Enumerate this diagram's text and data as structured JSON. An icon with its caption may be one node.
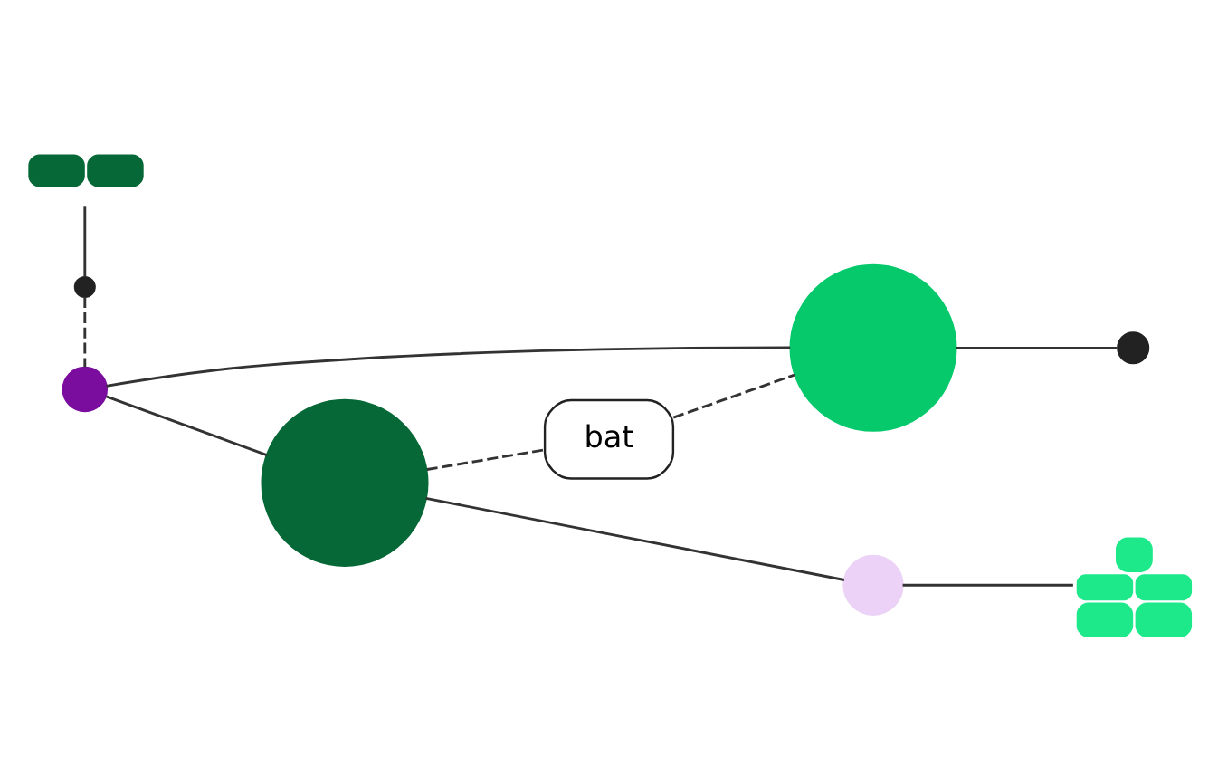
{
  "diagram": {
    "nodes": [
      {
        "text": [],
        "shape": "picture"
      },
      {
        "text": [],
        "shape": "circle"
      },
      {
        "text": [],
        "shape": "circle"
      },
      {
        "text": [],
        "shape": "circle"
      },
      {
        "text": [],
        "shape": "circle"
      },
      {
        "text": [
          "bat"
        ]
      },
      {
        "text": [],
        "shape": "circle"
      },
      {
        "text": [],
        "shape": "circle"
      },
      {
        "text": [],
        "shape": "picture"
      }
    ],
    "edges": [
      {
        "from": 0,
        "to": 1,
        "arrow": "none"
      },
      {
        "from": 1,
        "to": 2,
        "arrow": "none",
        "style": "dashed"
      },
      {
        "from": 2,
        "to": 3,
        "arrow": "none"
      },
      {
        "from": 3,
        "to": 4,
        "arrow": "none"
      },
      {
        "from": 2,
        "to": 6,
        "arrow": "none"
      },
      {
        "from": 5,
        "to": 3,
        "arrow": "none",
        "style": "dashed"
      },
      {
        "from": 6,
        "to": 5,
        "arrow": "none",
        "style": "dashed"
      },
      {
        "from": 6,
        "to": 7,
        "arrow": "none"
      },
      {
        "from": 7,
        "to": 8,
        "arrow": "none"
      }
    ]
  }
}
